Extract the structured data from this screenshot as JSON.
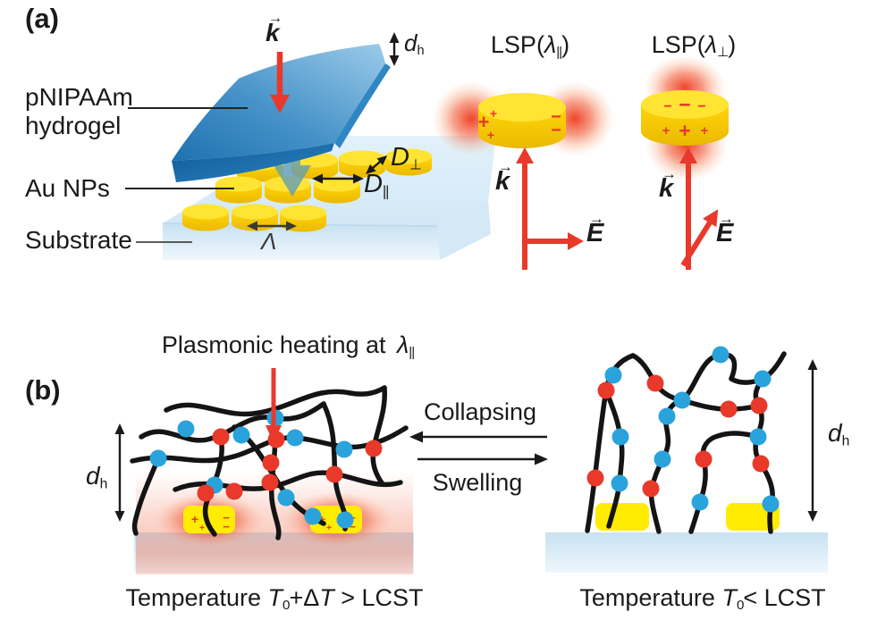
{
  "colors": {
    "accent_red": "#e8392b",
    "gold": "#ffd60a",
    "gold_bright": "#ffec00",
    "hydrogel_blue": "#2e86c2",
    "substrate_blue": "#d8ecf9",
    "crosslink_blue": "#2aa3dc",
    "crosslink_red": "#e8392b",
    "chain_black": "#141414"
  },
  "panel_a": {
    "label": "(a)",
    "hydrogel_label_1": "pNIPAAm",
    "hydrogel_label_2": "hydrogel",
    "au_label": "Au NPs",
    "substrate_label": "Substrate",
    "k": "k",
    "e": "E",
    "dh_base": "d",
    "dh_sub": "h",
    "d_perp_base": "D",
    "d_perp_sub": "⊥",
    "d_par_base": "D",
    "d_par_sub": "||",
    "pitch": "Λ",
    "lsp_par": {
      "prefix": "LSP(",
      "lambda": "λ",
      "sub": "||",
      "suffix": ")"
    },
    "lsp_perp": {
      "prefix": "LSP(",
      "lambda": "λ",
      "sub": "⊥",
      "suffix": ")"
    },
    "charges": {
      "plus": "+",
      "minus": "−"
    }
  },
  "panel_b": {
    "label": "(b)",
    "heating_prefix": "Plasmonic heating at ",
    "lambda": "λ",
    "lambda_sub": "||",
    "collapsing": "Collapsing",
    "swelling": "Swelling",
    "dh_base": "d",
    "dh_sub": "h",
    "caption_left": {
      "prefix": "Temperature ",
      "t": "T",
      "t_sub": "0",
      "mid": "+Δ",
      "t2": "T",
      "suffix": " > LCST"
    },
    "caption_right": {
      "prefix": "Temperature ",
      "t": "T",
      "t_sub": "0",
      "suffix": "< LCST"
    }
  }
}
